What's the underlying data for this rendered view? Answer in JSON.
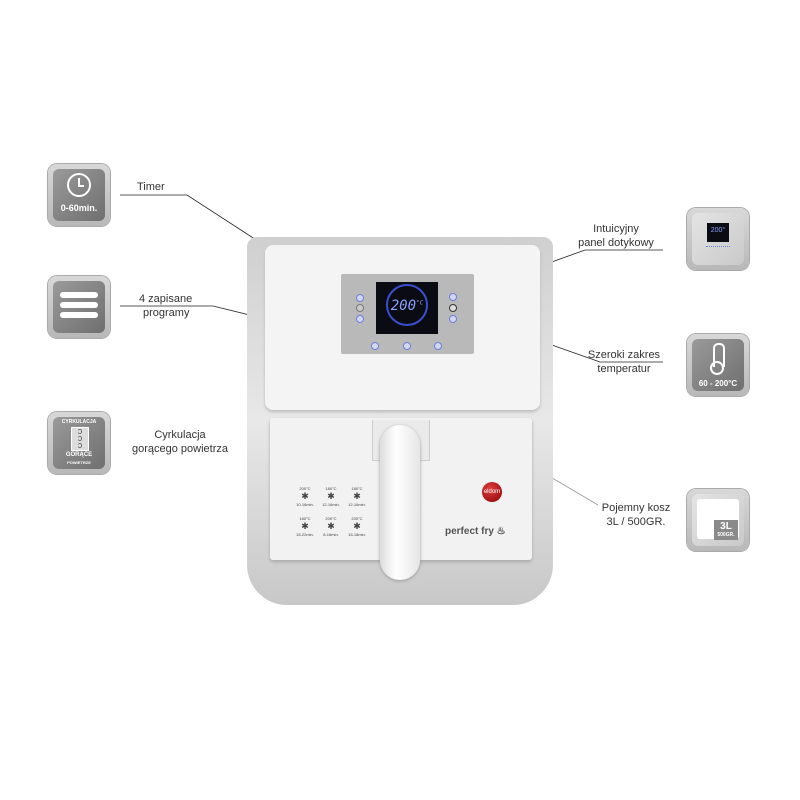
{
  "features_left": [
    {
      "label": "Timer",
      "icon": "clock-icon",
      "icon_text": "0-60min."
    },
    {
      "label_lines": [
        "4 zapisane",
        "programy"
      ],
      "icon": "menu-icon"
    },
    {
      "label_lines": [
        "Cyrkulacja",
        "gorącego powietrza"
      ],
      "icon": "air-circulation-icon",
      "icon_text_top": "CYRKULACJA",
      "icon_text_bottom": "GORĄCE",
      "icon_text_sub": "POWIETRZE"
    }
  ],
  "features_right": [
    {
      "label_lines": [
        "Intuicyjny",
        "panel dotykowy"
      ],
      "icon": "touch-panel-icon",
      "icon_text": "200°"
    },
    {
      "label_lines": [
        "Szeroki zakres",
        "temperatur"
      ],
      "icon": "thermometer-icon",
      "icon_text": "60 - 200°C"
    },
    {
      "label_lines": [
        "Pojemny kosz",
        "3L / 500GR."
      ],
      "icon": "basket-icon",
      "icon_text": "3L",
      "icon_sub": "500GR."
    }
  ],
  "product": {
    "display_temp": "200",
    "display_unit": "°C",
    "brand": "eldom",
    "model": "perfect fry",
    "programs": [
      {
        "temp": "200°C",
        "time": "10-16min."
      },
      {
        "temp": "180°C",
        "time": "12-16min."
      },
      {
        "temp": "180°C",
        "time": "12-16min."
      },
      {
        "temp": "180°C",
        "time": "15-22min."
      },
      {
        "temp": "200°C",
        "time": "8-16min."
      },
      {
        "temp": "200°C",
        "time": "15-18min."
      }
    ]
  },
  "colors": {
    "accent": "#3a4fd0",
    "logo": "#c01010"
  }
}
